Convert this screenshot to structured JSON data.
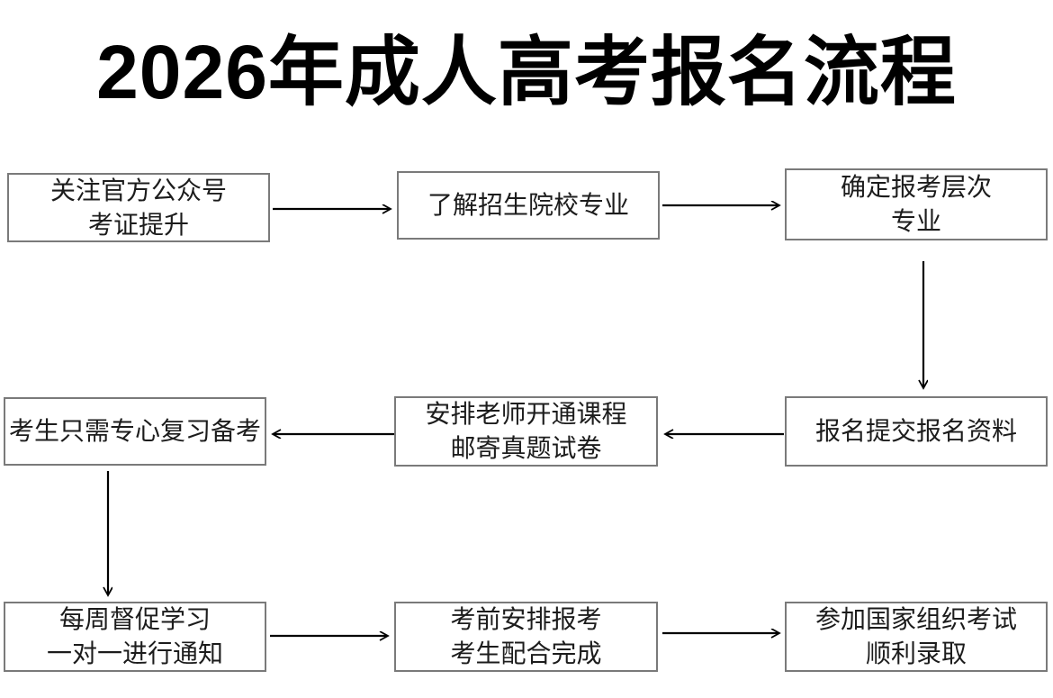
{
  "title": "2026年成人高考报名流程",
  "flow": {
    "step1": {
      "line1": "关注官方公众号",
      "line2": "考证提升"
    },
    "step2": {
      "line1": "了解招生院校专业"
    },
    "step3": {
      "line1": "确定报考层次",
      "line2": "专业"
    },
    "step4": {
      "line1": "报名提交报名资料"
    },
    "step5": {
      "line1": "安排老师开通课程",
      "line2": "邮寄真题试卷"
    },
    "step6": {
      "line1": "考生只需专心复习备考"
    },
    "step7": {
      "line1": "每周督促学习",
      "line2": "一对一进行通知"
    },
    "step8": {
      "line1": "考前安排报考",
      "line2": "考生配合完成"
    },
    "step9": {
      "line1": "参加国家组织考试",
      "line2": "顺利录取"
    }
  },
  "colors": {
    "box_border": "#7a7a7a",
    "arrow": "#000000",
    "text": "#1c1c1c",
    "title": "#000000",
    "background": "#ffffff"
  }
}
